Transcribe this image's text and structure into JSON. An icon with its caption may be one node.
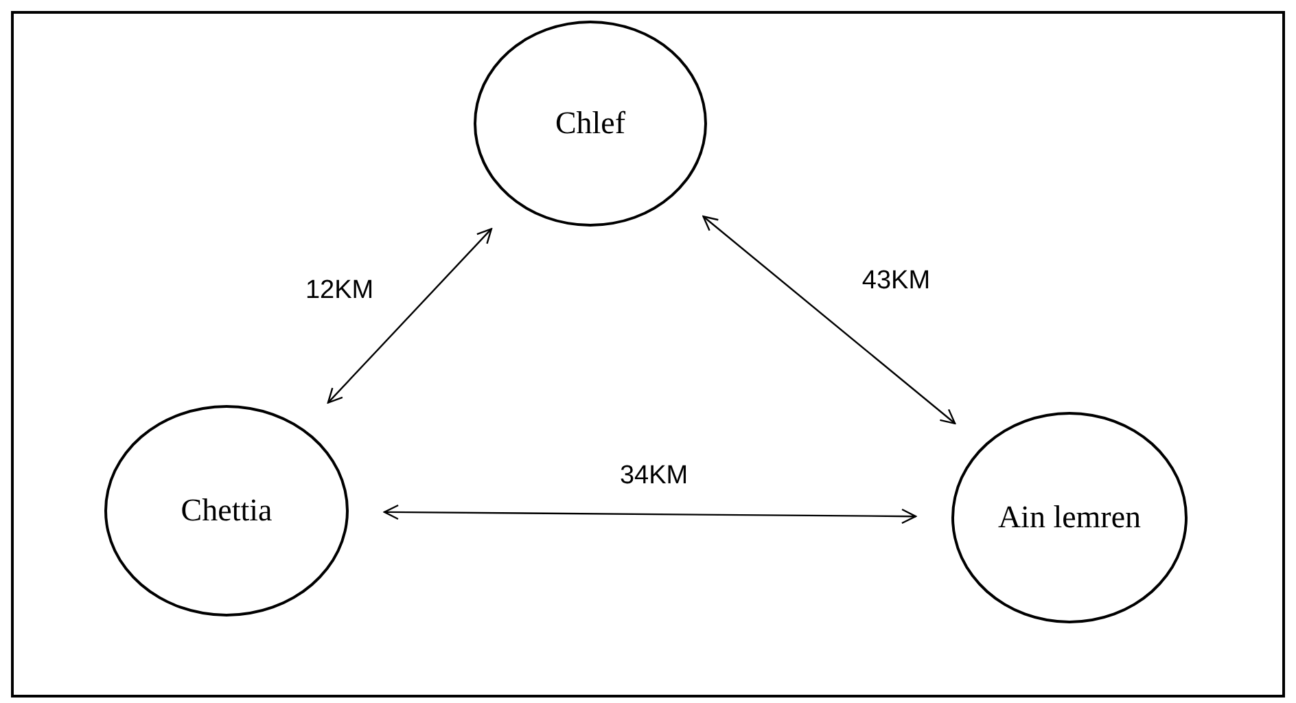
{
  "diagram": {
    "nodes": [
      {
        "text": [
          "Chlef"
        ]
      },
      {
        "text": [
          "Chettia"
        ]
      },
      {
        "text": [
          "Ain lemren"
        ]
      }
    ],
    "edges": [
      {
        "from": 0,
        "to": 1,
        "arrow": "both",
        "label": "12KM"
      },
      {
        "from": 0,
        "to": 2,
        "arrow": "both",
        "label": "43KM"
      },
      {
        "from": 1,
        "to": 2,
        "arrow": "both",
        "label": "34KM"
      }
    ]
  }
}
